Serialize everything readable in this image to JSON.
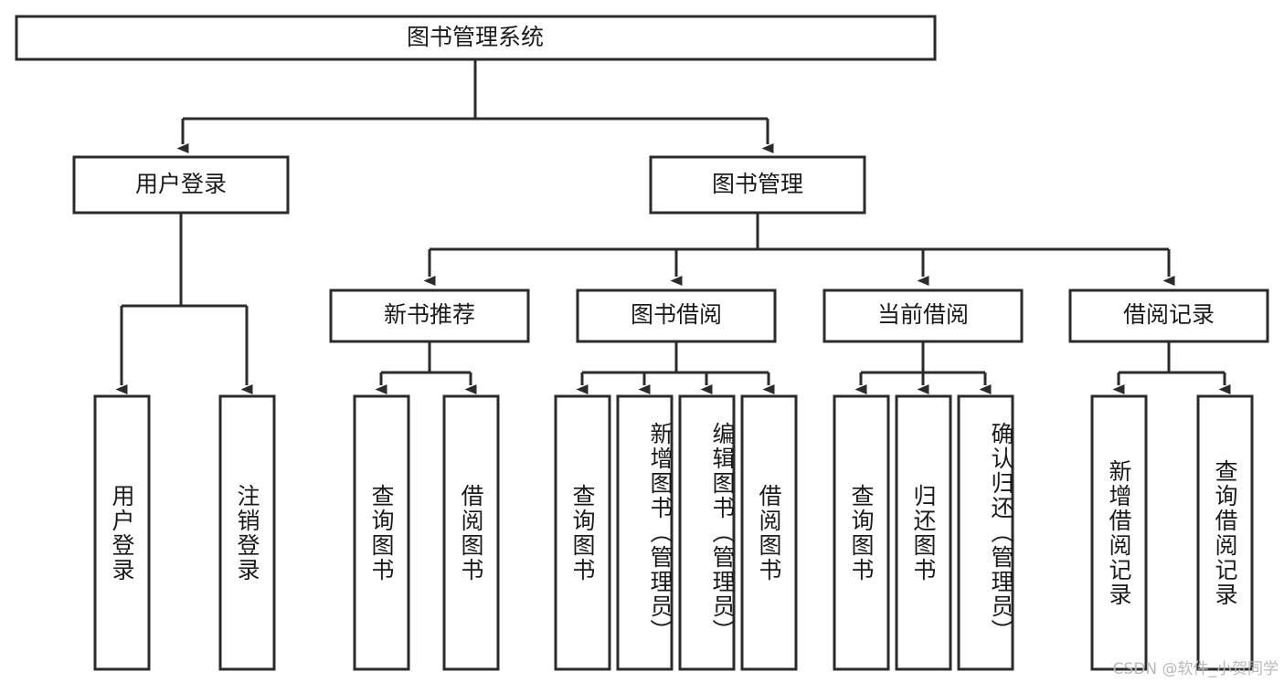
{
  "diagram": {
    "title": "图书管理系统",
    "type": "tree",
    "root": {
      "label": "图书管理系统"
    },
    "level2": [
      {
        "label": "用户登录"
      },
      {
        "label": "图书管理"
      }
    ],
    "level3": [
      {
        "label": "新书推荐"
      },
      {
        "label": "图书借阅"
      },
      {
        "label": "当前借阅"
      },
      {
        "label": "借阅记录"
      }
    ],
    "leaves": {
      "user_login": [
        {
          "label": "用户登录"
        },
        {
          "label": "注销登录"
        }
      ],
      "new_book_recommend": [
        {
          "label": "查询图书"
        },
        {
          "label": "借阅图书"
        }
      ],
      "book_borrow": [
        {
          "label": "查询图书"
        },
        {
          "label": "新增图书（管理员）"
        },
        {
          "label": "编辑图书（管理员）"
        },
        {
          "label": "借阅图书"
        }
      ],
      "current_borrow": [
        {
          "label": "查询图书"
        },
        {
          "label": "归还图书"
        },
        {
          "label": "确认归还（管理员）"
        }
      ],
      "borrow_record": [
        {
          "label": "新增借阅记录"
        },
        {
          "label": "查询借阅记录"
        }
      ]
    },
    "watermark": "CSDN @软件_小贺同学",
    "colors": {
      "stroke": "#2b2b2b",
      "fill": "#ffffff",
      "text": "#1b1b1b",
      "watermark": "#b9b9b9"
    }
  }
}
